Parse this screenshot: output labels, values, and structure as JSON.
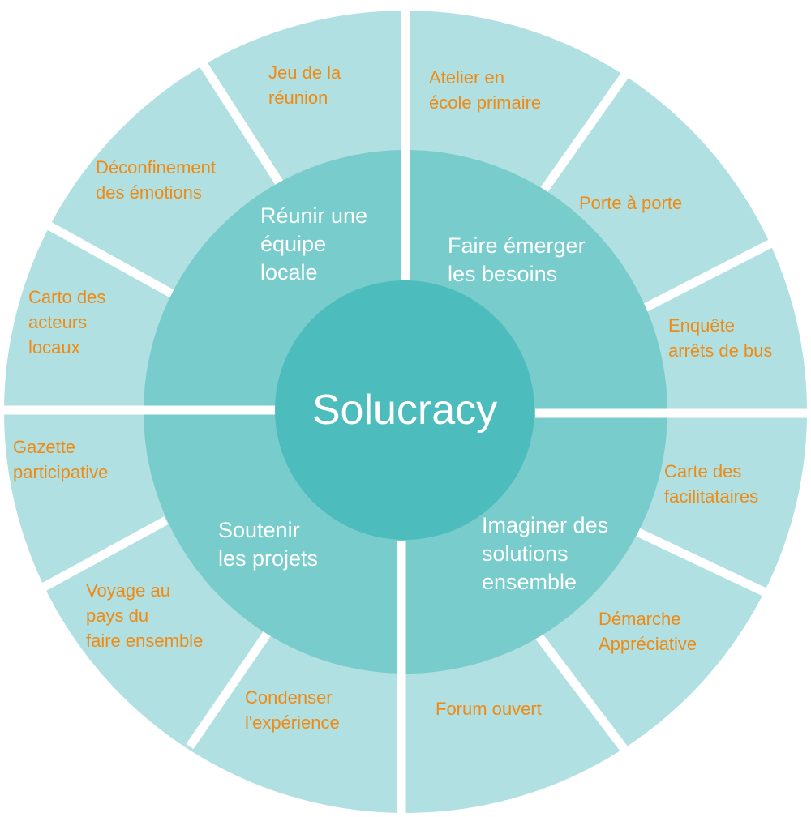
{
  "diagram": {
    "title": "Solucracy",
    "colors": {
      "outer_ring": "#b0e0e1",
      "inner_ring": "#78cccc",
      "center": "#4dbcbc",
      "outer_text": "#ef8a14",
      "inner_text": "#ffffff",
      "separator": "#ffffff"
    },
    "quadrants": [
      {
        "label": "Réunir une\néquipe\nlocale"
      },
      {
        "label": "Faire émerger\nles besoins"
      },
      {
        "label": "Imaginer  des\nsolutions\nensemble"
      },
      {
        "label": "Soutenir\nles projets"
      }
    ],
    "activities": [
      "Jeu de la\nréunion",
      "Atelier en\nécole primaire",
      "Porte à porte",
      "Enquête\narrêts de bus",
      "Carte des\nfacilitataires",
      "Démarche\nAppréciative",
      "Forum ouvert",
      "Condenser\nl'expérience",
      "Voyage au\npays du\nfaire ensemble",
      "Gazette\nparticipative",
      "Carto des\nacteurs\nlocaux",
      "Déconfinement\ndes émotions"
    ]
  }
}
